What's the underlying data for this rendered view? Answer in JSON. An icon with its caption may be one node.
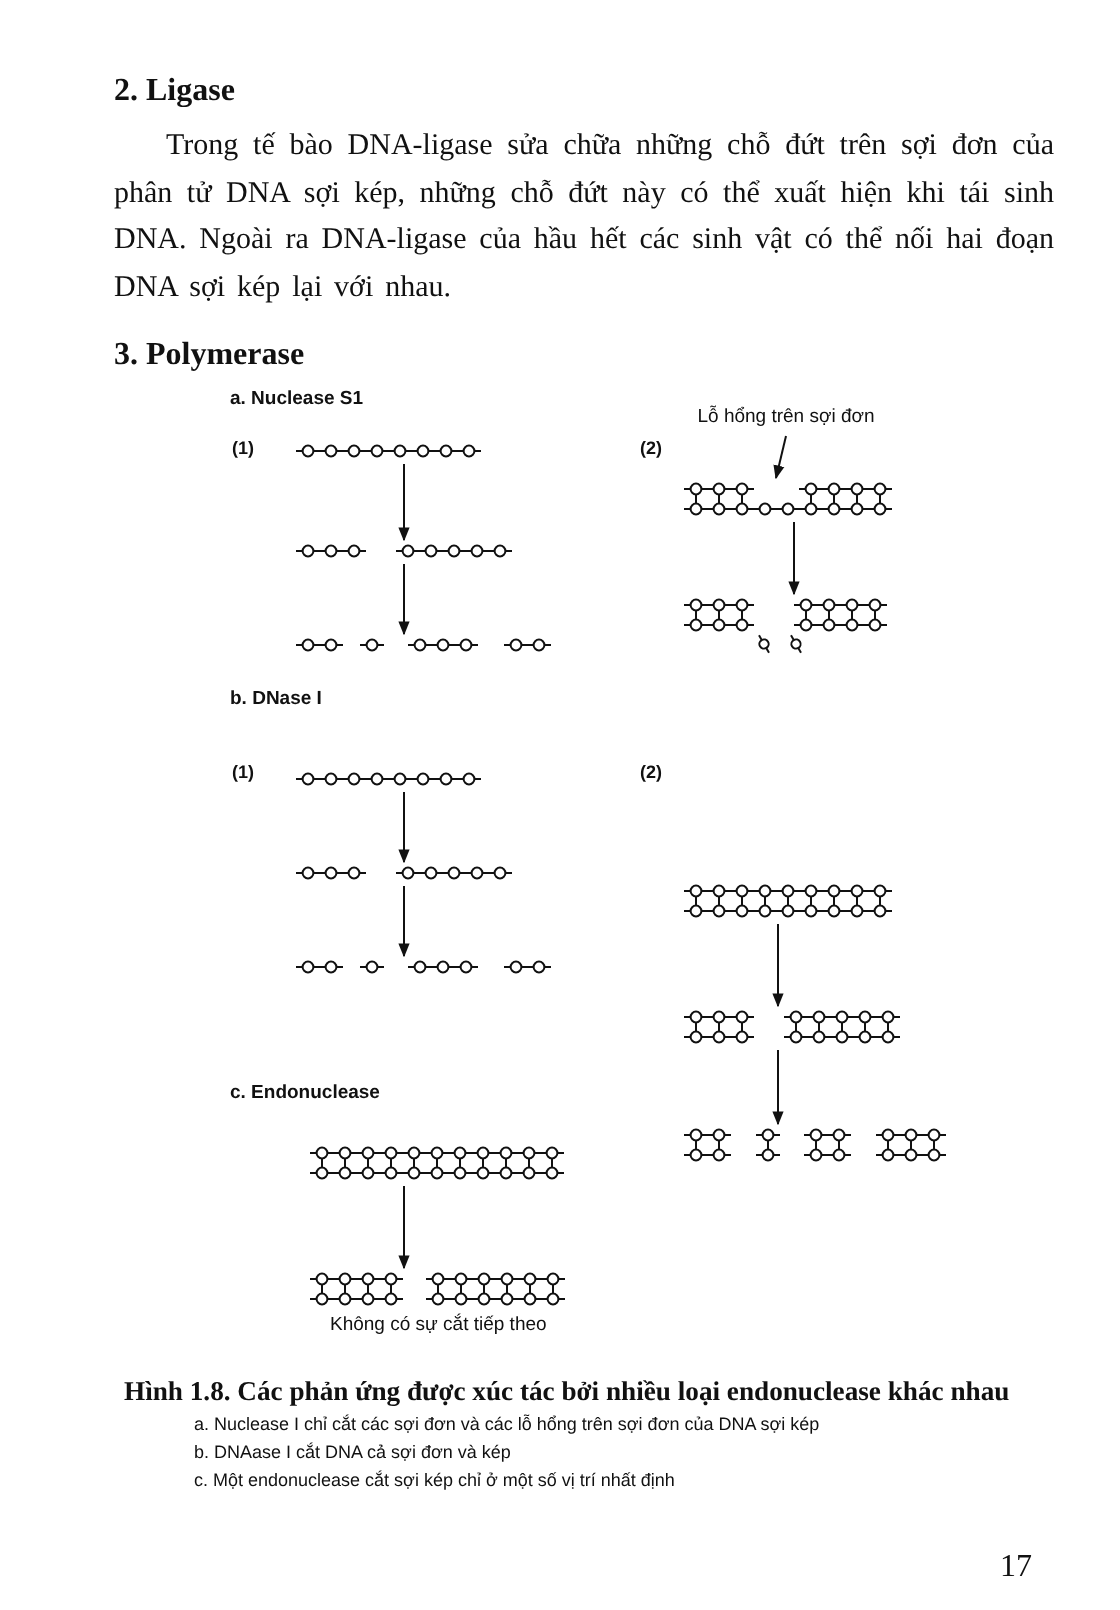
{
  "diagram": {
    "caption": "Hình 1.8. Các phản ứng được xúc tác bởi nhiều loại endonuclease khác nhau",
    "nodes": [
      {
        "text": [],
        "shape": "chain"
      },
      {
        "text": [],
        "shape": "chain"
      },
      {
        "text": [],
        "shape": "chain"
      },
      {
        "text": [
          "Lỗ hổng trên sợi đơn"
        ]
      },
      {
        "text": [],
        "shape": "chain"
      },
      {
        "text": [],
        "shape": "chain"
      },
      {
        "text": [],
        "shape": "chain"
      },
      {
        "text": [],
        "shape": "chain"
      },
      {
        "text": [],
        "shape": "chain"
      },
      {
        "text": [],
        "shape": "chain"
      },
      {
        "text": [],
        "shape": "chain"
      },
      {
        "text": [],
        "shape": "chain"
      },
      {
        "text": [],
        "shape": "chain"
      },
      {
        "text": [],
        "shape": "chain",
        "beside": [
          "Không có sự cắt tiếp theo"
        ]
      }
    ],
    "edges": [
      {
        "from": 0,
        "to": 1,
        "arrow": "to"
      },
      {
        "from": 1,
        "to": 2,
        "arrow": "to"
      },
      {
        "from": 3,
        "to": 4,
        "arrow": "to"
      },
      {
        "from": 4,
        "to": 5,
        "arrow": "to"
      },
      {
        "from": 6,
        "to": 7,
        "arrow": "to"
      },
      {
        "from": 7,
        "to": 8,
        "arrow": "to"
      },
      {
        "from": 9,
        "to": 10,
        "arrow": "to"
      },
      {
        "from": 10,
        "to": 11,
        "arrow": "to"
      },
      {
        "from": 12,
        "to": 13,
        "arrow": "to"
      }
    ],
    "labels": [
      "2. Ligase",
      "Trong tế bào DNA-ligase sửa chữa những chỗ đứt trên sợi đơn của phân tử DNA sợi kép, những chỗ đứt này có thể xuất hiện khi tái sinh DNA. Ngoài ra DNA-ligase của hầu hết các sinh vật có thể nối hai đoạn DNA sợi kép lại với nhau.",
      "3. Polymerase",
      "a. Nuclease S1",
      "(1)",
      "(2)",
      "b. DNase I",
      "(1)",
      "(2)",
      "c. Endonuclease",
      "a. Nuclease I chỉ cắt các sợi đơn và các lỗ hổng trên sợi đơn của DNA sợi kép",
      "b. DNAase I cắt DNA cả sợi đơn và kép",
      "c. Một endonuclease cắt sợi kép chỉ ở một số vị trí nhất định",
      "17"
    ]
  }
}
